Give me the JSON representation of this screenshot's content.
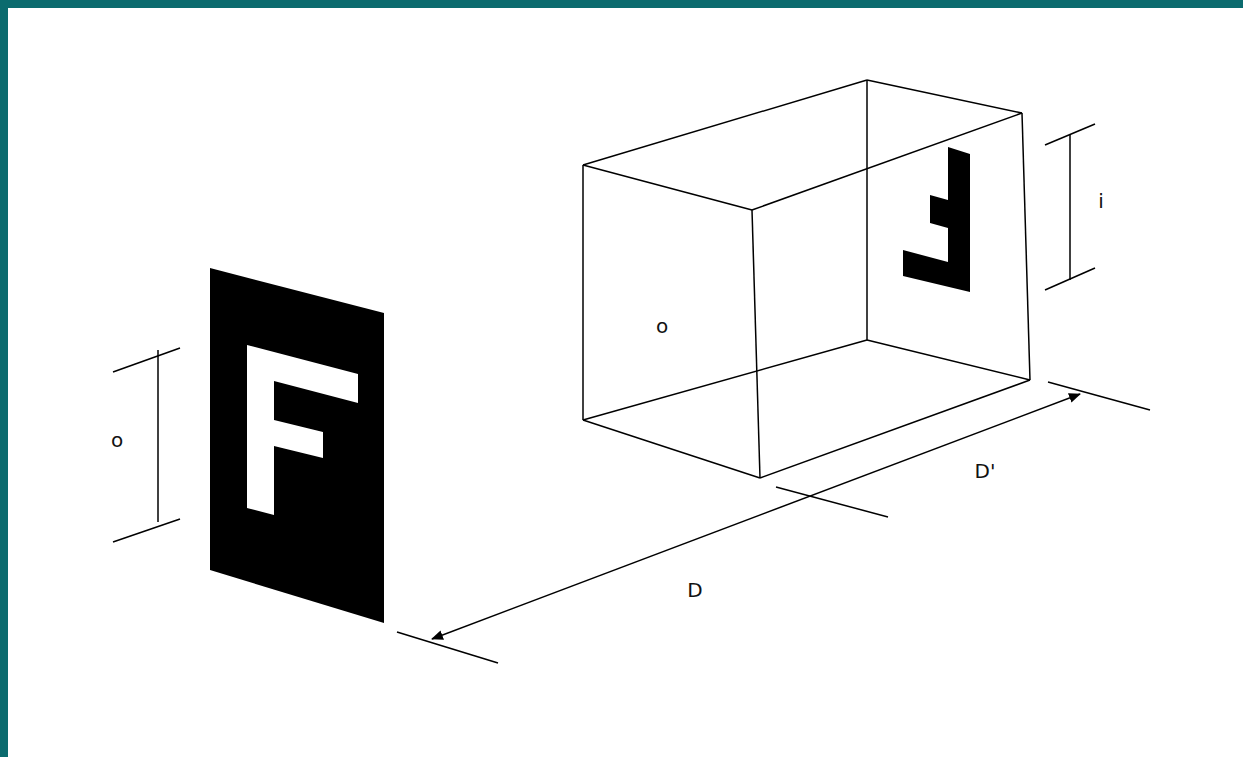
{
  "diagram": {
    "labels": [
      "i",
      "o",
      "o",
      "D'",
      "D"
    ]
  }
}
